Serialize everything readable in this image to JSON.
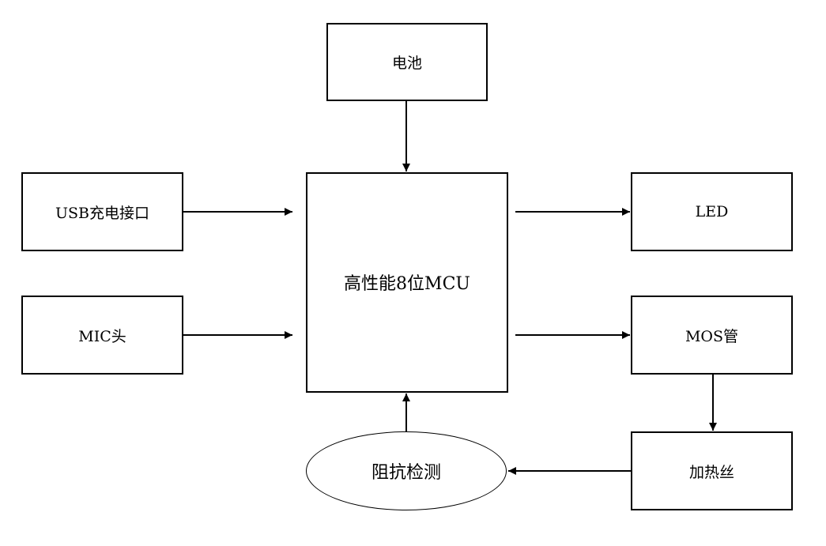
{
  "diagram": {
    "nodes": {
      "battery": "电池",
      "usb": "USB充电接口",
      "mic": "MIC头",
      "mcu": "高性能8位MCU",
      "led": "LED",
      "mos": "MOS管",
      "heater": "加热丝",
      "impedance": "阻抗检测"
    },
    "edges": [
      {
        "from": "battery",
        "to": "mcu"
      },
      {
        "from": "usb",
        "to": "mcu"
      },
      {
        "from": "mic",
        "to": "mcu"
      },
      {
        "from": "mcu",
        "to": "led"
      },
      {
        "from": "mcu",
        "to": "mos"
      },
      {
        "from": "mos",
        "to": "heater"
      },
      {
        "from": "heater",
        "to": "impedance"
      },
      {
        "from": "impedance",
        "to": "mcu"
      }
    ],
    "colors": {
      "line": "#000000",
      "background": "#ffffff"
    }
  }
}
